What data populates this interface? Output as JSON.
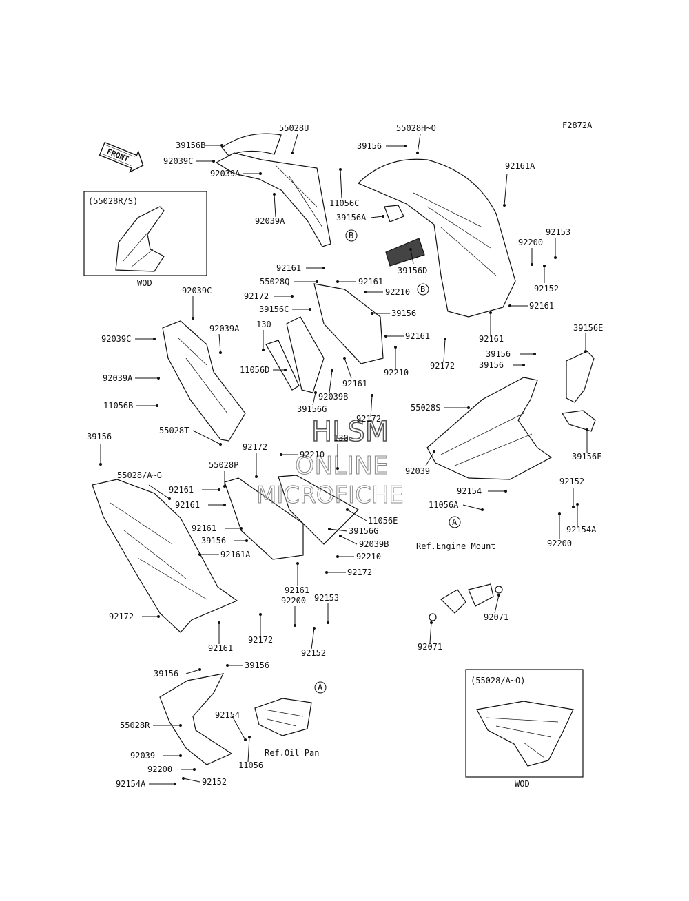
{
  "diagram_code": "F2872A",
  "front_arrow_label": "FRONT",
  "inset_left": {
    "title": "(55028R/S)",
    "caption": "WOD"
  },
  "inset_right": {
    "title": "(55028/A~O)",
    "caption": "WOD"
  },
  "references": {
    "engine_mount": "Ref.Engine Mount",
    "oil_pan": "Ref.Oil Pan",
    "mark_a": "A",
    "mark_b": "B"
  },
  "watermark": {
    "line1": "HLSM",
    "line2": "ONLINE",
    "line3": "MICROFICHE"
  },
  "callouts": [
    "39156B",
    "55028U",
    "55028H~O",
    "39156",
    "92039C",
    "92039A",
    "11056C",
    "92039A",
    "39156A",
    "92161A",
    "92153",
    "92200",
    "92161",
    "39156D",
    "55028Q",
    "92161",
    "92172",
    "92210",
    "92152",
    "39156C",
    "39156",
    "92161",
    "92161",
    "92039C",
    "92039A",
    "92039C",
    "130",
    "92161",
    "92172",
    "92210",
    "11056D",
    "92161",
    "39156",
    "92039B",
    "39156",
    "39156E",
    "92039A",
    "11056B",
    "39156G",
    "55028S",
    "92172",
    "55028T",
    "39156",
    "130",
    "92172",
    "92210",
    "39156F",
    "55028P",
    "92039",
    "55028/A~G",
    "92161",
    "92161",
    "11056E",
    "92154",
    "92152",
    "11056A",
    "92161",
    "39156G",
    "92200",
    "92154A",
    "39156",
    "92039B",
    "92161A",
    "92210",
    "92172",
    "92161",
    "92200",
    "92153",
    "92172",
    "92161",
    "92172",
    "92152",
    "92071",
    "92071",
    "39156",
    "39156",
    "92154",
    "55028R",
    "11056",
    "92039",
    "92200",
    "92154A",
    "92152"
  ]
}
